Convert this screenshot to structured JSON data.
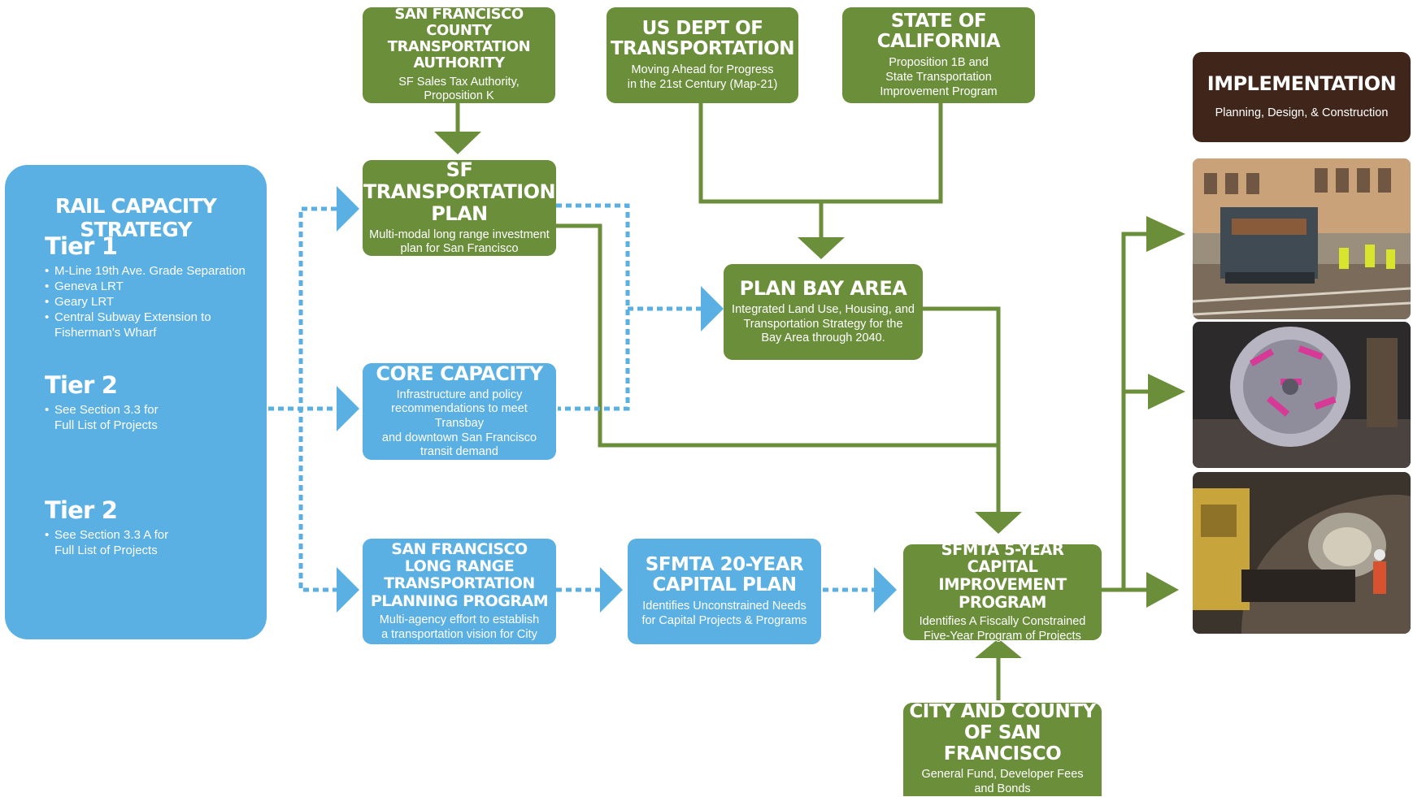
{
  "colors": {
    "green": "#6b8e3a",
    "blue": "#5aafe3",
    "brown": "#40261a",
    "white": "#ffffff"
  },
  "rail_capacity": {
    "title": "RAIL CAPACITY STRATEGY",
    "tiers": [
      {
        "name": "Tier 1",
        "items": [
          "M-Line 19th Ave. Grade Separation",
          "Geneva LRT",
          "Geary LRT",
          "Central Subway Extension to Fisherman's Wharf"
        ]
      },
      {
        "name": "Tier 2",
        "items": [
          "See Section 3.3 for Full List of Projects"
        ]
      },
      {
        "name": "Tier 2",
        "items": [
          "See Section 3.3 A for Full List of Projects"
        ]
      }
    ]
  },
  "boxes": {
    "sfcta": {
      "title": "SAN FRANCISCO COUNTY TRANSPORTATION AUTHORITY",
      "subtitle": "SF Sales Tax Authority,\nProposition K"
    },
    "usdot": {
      "title": "US DEPT OF TRANSPORTATION",
      "subtitle": "Moving Ahead for Progress\nin the 21st Century (Map-21)"
    },
    "state": {
      "title": "STATE OF CALIFORNIA",
      "subtitle": "Proposition 1B and\nState Transportation\nImprovement Program"
    },
    "sftp": {
      "title": "SF TRANSPORTATION PLAN",
      "subtitle": "Multi-modal long range investment\nplan for San Francisco"
    },
    "pba": {
      "title": "PLAN BAY AREA",
      "subtitle": "Integrated Land Use, Housing, and\nTransportation Strategy for the\nBay Area through 2040."
    },
    "core": {
      "title": "CORE CAPACITY",
      "subtitle": "Infrastructure and policy\nrecommendations to meet Transbay\nand downtown San Francisco\ntransit demand"
    },
    "sflr": {
      "title": "SAN FRANCISCO LONG RANGE TRANSPORTATION PLANNING PROGRAM",
      "subtitle": "Multi-agency effort to establish\na transportation vision for City"
    },
    "cap20": {
      "title": "SFMTA 20-YEAR CAPITAL PLAN",
      "subtitle": "Identifies Unconstrained Needs\nfor Capital Projects & Programs"
    },
    "cip5": {
      "title": "SFMTA 5-YEAR CAPITAL IMPROVEMENT PROGRAM",
      "subtitle": "Identifies A Fiscally Constrained\nFive-Year Program of Projects"
    },
    "ccsf": {
      "title": "CITY AND COUNTY OF SAN FRANCISCO",
      "subtitle": "General Fund, Developer Fees\nand Bonds"
    },
    "impl": {
      "title": "IMPLEMENTATION",
      "subtitle": "Planning, Design, & Construction"
    }
  }
}
